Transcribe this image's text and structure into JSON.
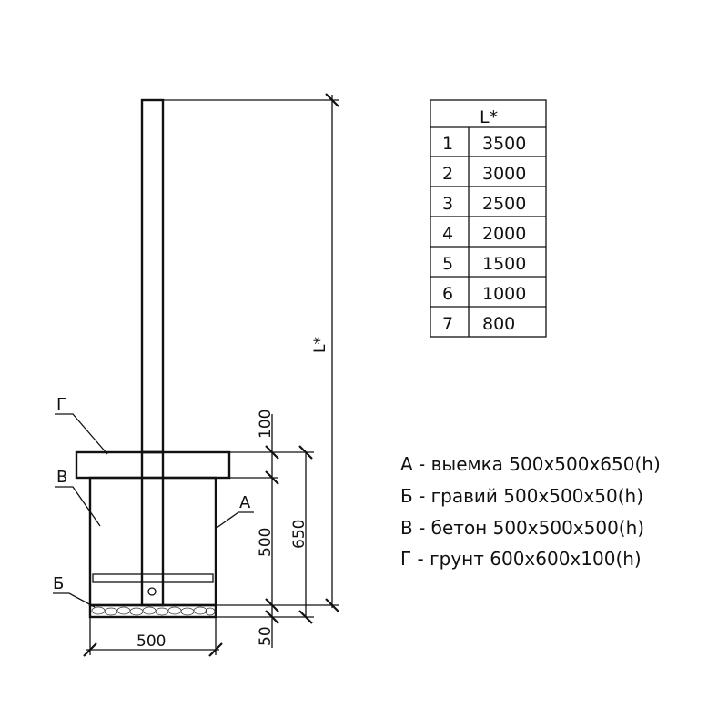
{
  "drawing": {
    "labels": {
      "g": "Г",
      "v": "В",
      "a": "А",
      "b": "Б"
    },
    "dimensions": {
      "l": "L*",
      "d100": "100",
      "d500v": "500",
      "d50": "50",
      "d650": "650",
      "d500h": "500"
    }
  },
  "table": {
    "header": "L*",
    "rows": [
      {
        "n": "1",
        "v": "3500"
      },
      {
        "n": "2",
        "v": "3000"
      },
      {
        "n": "3",
        "v": "2500"
      },
      {
        "n": "4",
        "v": "2000"
      },
      {
        "n": "5",
        "v": "1500"
      },
      {
        "n": "6",
        "v": "1000"
      },
      {
        "n": "7",
        "v": "800"
      }
    ]
  },
  "legend": [
    "А - выемка 500x500x650(h)",
    "Б - гравий 500x500x50(h)",
    "В - бетон 500x500x500(h)",
    "Г - грунт 600x600x100(h)"
  ]
}
